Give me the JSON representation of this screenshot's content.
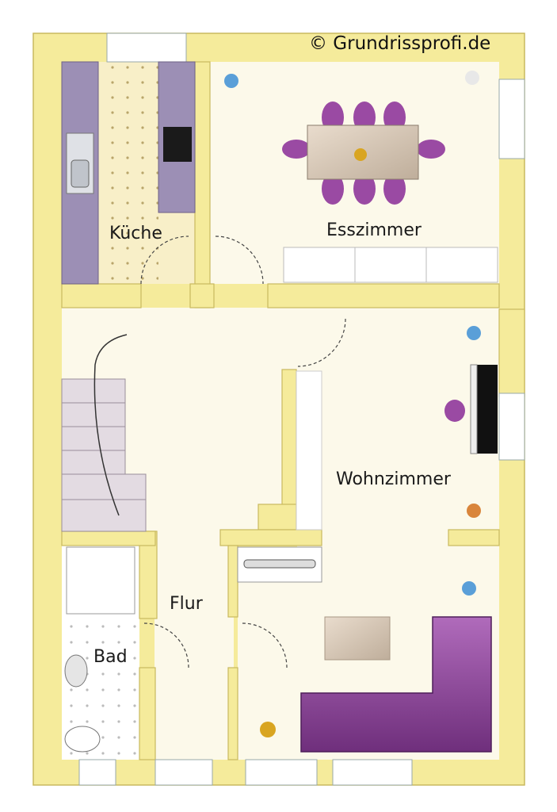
{
  "copyright": "© Grundrissprofi.de",
  "rooms": {
    "kueche": "Küche",
    "esszimmer": "Esszimmer",
    "wohnzimmer": "Wohnzimmer",
    "flur": "Flur",
    "bad": "Bad"
  },
  "colors": {
    "wall": "#f5eb9b",
    "wall_edge": "#c9b95f",
    "floor": "#fcf9ea",
    "kitchen_floor": "#f8efc8",
    "cabinet": "#9c8fb5",
    "sofa": "#8e4b9b",
    "chair": "#9a4aa3",
    "stair": "#e3dbe2"
  }
}
